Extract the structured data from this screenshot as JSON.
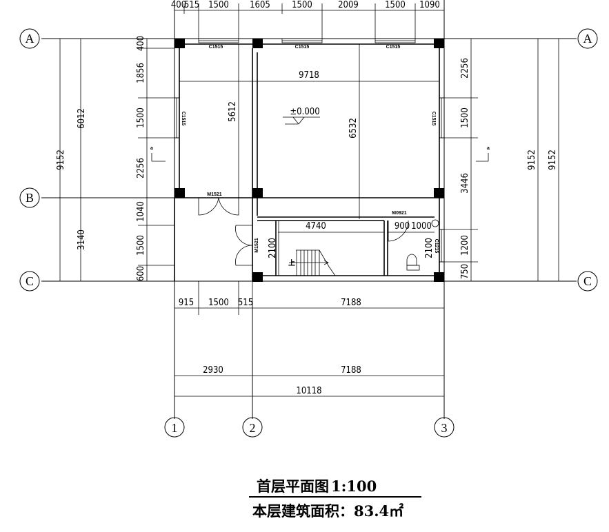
{
  "axes": {
    "rows": [
      "A",
      "B",
      "C"
    ],
    "columns": [
      "1",
      "2",
      "3"
    ]
  },
  "top_dims": [
    "400",
    "515",
    "1500",
    "1605",
    "1500",
    "2009",
    "1500",
    "1090"
  ],
  "left_dims": {
    "overall": "9152",
    "sub": [
      "6012",
      "3140"
    ],
    "chain": [
      "400",
      "1856",
      "1500",
      "2256",
      "1040",
      "1500",
      "600"
    ]
  },
  "right_dims": {
    "overall": [
      "9152",
      "9152"
    ],
    "chain": [
      "2256",
      "1500",
      "3446",
      "1200",
      "750"
    ]
  },
  "bottom_dims": {
    "chain": [
      "915",
      "1500",
      "515",
      "7188"
    ],
    "sub": [
      "2930",
      "7188"
    ],
    "overall": "10118"
  },
  "interior": {
    "width_dim": "9718",
    "dim_5612": "5612",
    "dim_6532": "6532",
    "level": "±0.000",
    "stair_width": "4740",
    "stair_depth": "2100",
    "bath_w1": "900",
    "bath_w2": "1000",
    "bath_depth": "2100",
    "stair_up": "上"
  },
  "labels": {
    "window_top": [
      "C1515",
      "C1515",
      "C1515"
    ],
    "window_left": "C1515",
    "window_right": "C1515",
    "window_bath": "C1215",
    "door_main": "M1521",
    "door_side": "M1521",
    "door_bath": "M0921",
    "section_mark": "a"
  },
  "title": {
    "name": "首层平面图",
    "scale": "1:100",
    "area": "本层建筑面积：83.4㎡"
  }
}
